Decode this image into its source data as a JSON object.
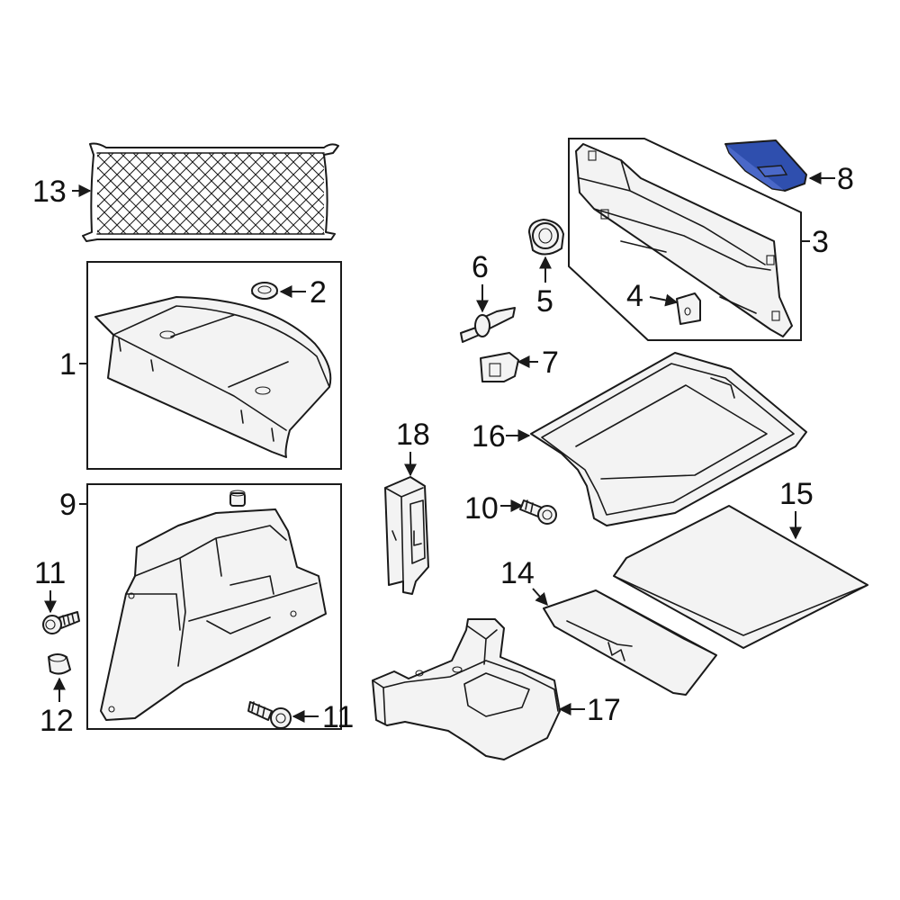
{
  "diagram": {
    "highlight_color": "#2f4fae",
    "callouts": {
      "c1": "1",
      "c2": "2",
      "c3": "3",
      "c4": "4",
      "c5": "5",
      "c6": "6",
      "c7": "7",
      "c8": "8",
      "c9": "9",
      "c10": "10",
      "c11a": "11",
      "c11b": "11",
      "c12": "12",
      "c13": "13",
      "c14": "14",
      "c15": "15",
      "c16": "16",
      "c17": "17",
      "c18": "18"
    }
  }
}
